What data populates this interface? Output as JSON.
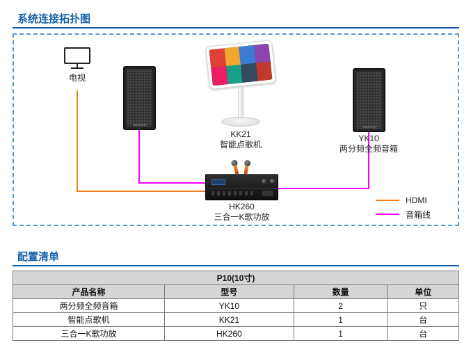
{
  "colors": {
    "accent_blue": "#1560ab",
    "hdmi_orange": "#f08019",
    "wire_magenta": "#ff00ff"
  },
  "sections": {
    "topology_title": "系统连接拓扑图",
    "config_title": "配置清单"
  },
  "devices": {
    "tv": {
      "label": "电视"
    },
    "tablet": {
      "model": "KK21",
      "name": "智能点歌机"
    },
    "right_speaker": {
      "model": "YK10",
      "name": "两分频全频音箱"
    },
    "amplifier": {
      "model": "HK260",
      "name": "三合一K歌功放"
    }
  },
  "legend": {
    "hdmi": {
      "label": "HDMI"
    },
    "speaker_wire": {
      "label": "音箱线"
    }
  },
  "table": {
    "title": "P10(10寸)",
    "headers": [
      "产品名称",
      "型号",
      "数量",
      "单位"
    ],
    "rows": [
      [
        "两分频全频音箱",
        "YK10",
        "2",
        "只"
      ],
      [
        "智能点歌机",
        "KK21",
        "1",
        "台"
      ],
      [
        "三合一K歌功放",
        "HK260",
        "1",
        "台"
      ]
    ]
  }
}
